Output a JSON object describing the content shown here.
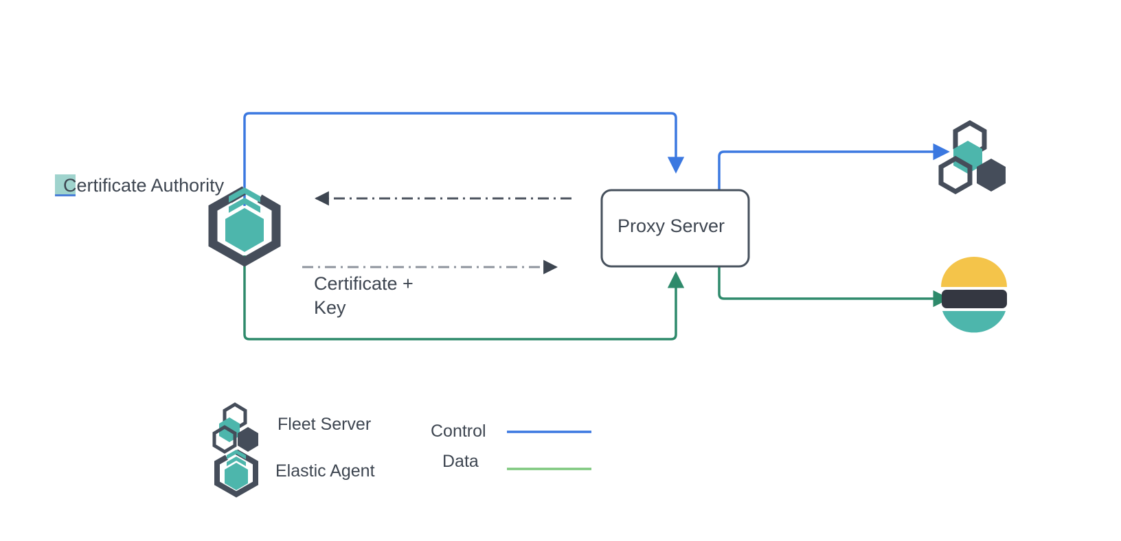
{
  "diagram": {
    "title": "Elastic Agent proxy server certificate flow",
    "nodes": {
      "certificate_authority": {
        "label": "Certificate Authority",
        "icon": "elastic-agent-icon",
        "highlight_color": "#9fd3cd",
        "underline_color": "#4a7ed8"
      },
      "proxy_server": {
        "label": "Proxy Server",
        "shape": "rounded-rectangle",
        "border_color": "#46505c",
        "fill": "#ffffff"
      },
      "fleet_server": {
        "label": "",
        "icon": "fleet-server-icon"
      },
      "elasticsearch": {
        "label": "",
        "icon": "elasticsearch-icon"
      }
    },
    "edges": {
      "control_agent_to_proxy": {
        "label": "",
        "color": "#3b78e0",
        "style": "solid",
        "arrow": "down-into-proxy"
      },
      "control_proxy_to_fleet": {
        "label": "",
        "color": "#3b78e0",
        "style": "solid",
        "arrow": "right-into-fleet"
      },
      "data_agent_to_proxy": {
        "label": "",
        "color": "#2e8a6b",
        "style": "solid",
        "arrow": "up-into-proxy"
      },
      "data_proxy_to_elasticsearch": {
        "label": "",
        "color": "#2e8a6b",
        "style": "solid",
        "arrow": "right-into-elasticsearch"
      },
      "cert_from_proxy_to_ca": {
        "label": "",
        "color": "#5a6270",
        "style": "dash-dot",
        "arrow": "left-toward-ca"
      },
      "cert_key_from_ca_to_proxy": {
        "label": "Certificate +\nKey",
        "color": "#8d939c",
        "style": "dash-dot",
        "arrow": "right-toward-proxy"
      }
    },
    "labels": {
      "certificate_key": "Certificate +\nKey"
    }
  },
  "legend": {
    "items": [
      {
        "icon": "fleet-server-icon",
        "label": "Fleet Server"
      },
      {
        "icon": "elastic-agent-icon",
        "label": "Elastic Agent"
      }
    ],
    "lines": [
      {
        "label": "Control",
        "color": "#3b78e0"
      },
      {
        "label": "Data",
        "color": "#7ec87e"
      }
    ]
  },
  "colors": {
    "teal": "#4db6ac",
    "dark_slate": "#454d5a",
    "control_blue": "#3b78e0",
    "data_green": "#2e8a6b",
    "legend_data_green": "#7ec87e",
    "elastic_yellow": "#f4c44a",
    "elastic_dark": "#343741",
    "elastic_teal": "#4db6ac",
    "text_gray": "#3d4550",
    "dash_gray": "#5a6270"
  }
}
